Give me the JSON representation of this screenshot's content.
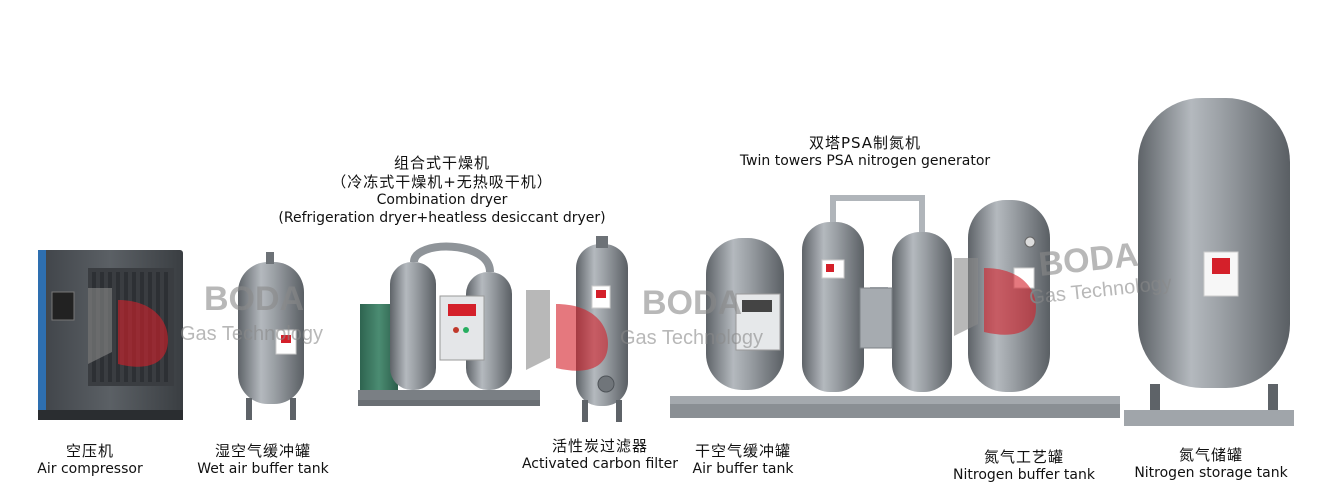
{
  "watermark": {
    "brand": "BODA",
    "tagline": "Gas Technology"
  },
  "equipment": [
    {
      "id": "air-compressor",
      "zh": "空压机",
      "en": "Air compressor"
    },
    {
      "id": "wet-air-buffer-tank",
      "zh": "湿空气缓冲罐",
      "en": "Wet air buffer tank"
    },
    {
      "id": "combination-dryer",
      "zh": "组合式干燥机",
      "zh2": "（冷冻式干燥机+无热吸干机）",
      "en": "Combination dryer",
      "en2": "(Refrigeration dryer+heatless desiccant dryer)"
    },
    {
      "id": "activated-carbon-filter",
      "zh": "活性炭过滤器",
      "en": "Activated carbon filter"
    },
    {
      "id": "air-buffer-tank",
      "zh": "干空气缓冲罐",
      "en": "Air buffer tank"
    },
    {
      "id": "psa-generator",
      "zh": "双塔PSA制氮机",
      "en": "Twin towers PSA nitrogen generator"
    },
    {
      "id": "nitrogen-buffer-tank",
      "zh": "氮气工艺罐",
      "en": "Nitrogen buffer tank"
    },
    {
      "id": "nitrogen-storage-tank",
      "zh": "氮气储罐",
      "en": "Nitrogen storage tank"
    }
  ],
  "colors": {
    "tank": "#8f9499",
    "tank_dark": "#5e6368",
    "compressor": "#4e5358",
    "brand_red": "#d4202a",
    "brand_gray": "#8a8a8a",
    "dryer_green": "#3c7a63"
  }
}
